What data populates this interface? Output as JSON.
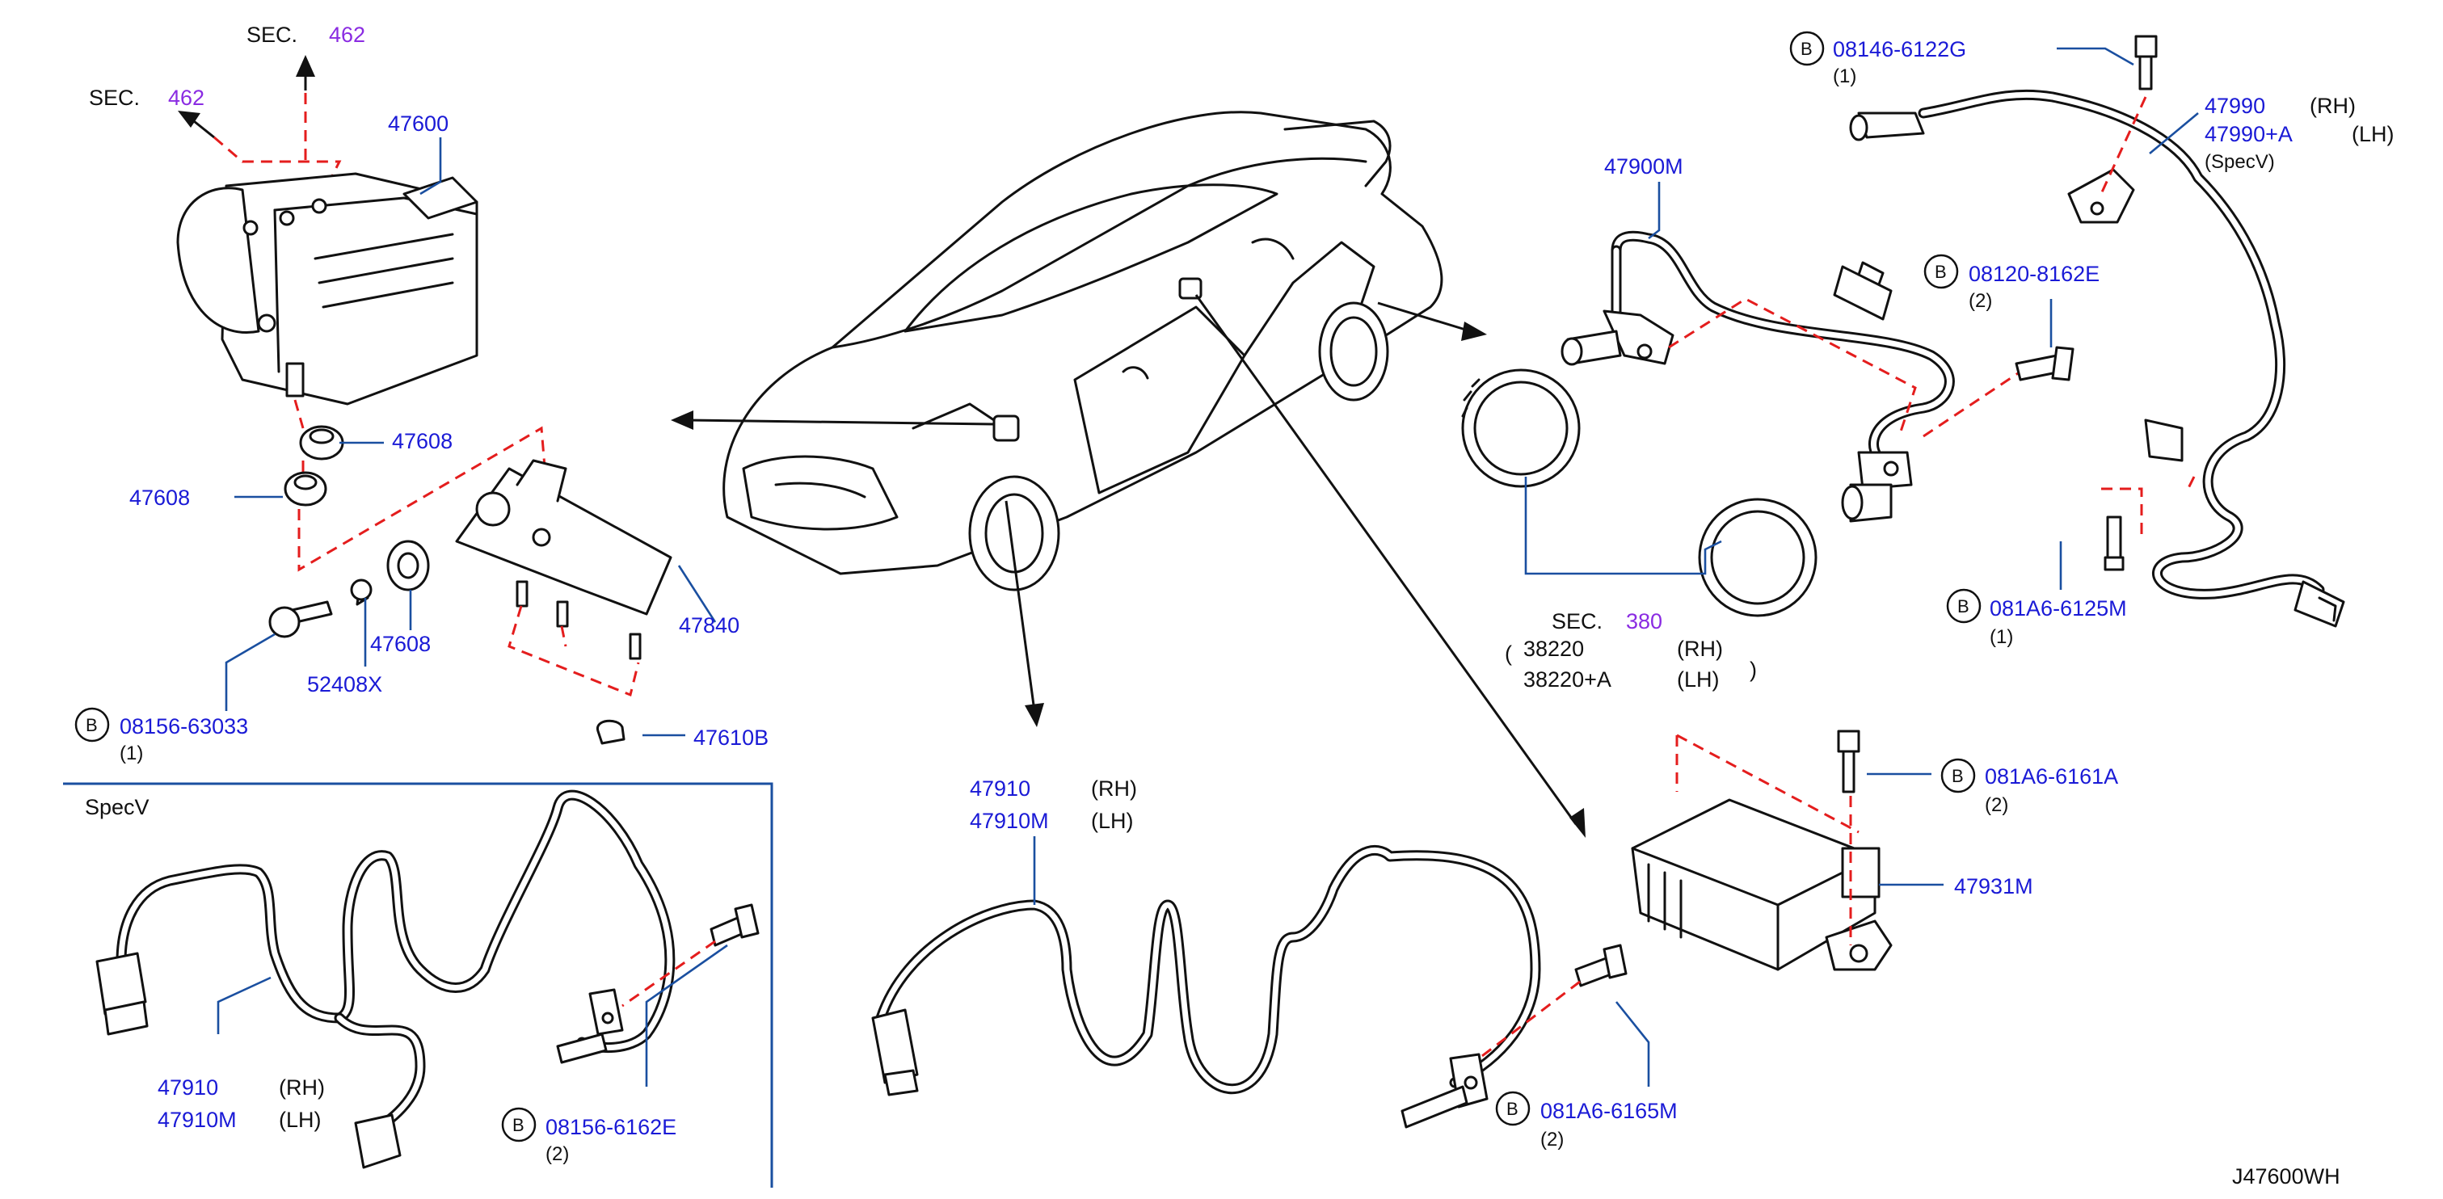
{
  "diagram": {
    "code": "J47600WH",
    "sec_label": "SEC.",
    "sec_top": "462",
    "sec_left": "462",
    "sec_mid": "380",
    "specv_title": "SpecV",
    "parts": {
      "p47600": "47600",
      "p47608a": "47608",
      "p47608b": "47608",
      "p47608c": "47608",
      "p52408x": "52408X",
      "p47840": "47840",
      "p47610b": "47610B",
      "bolt_08156_63033": "08156-63033",
      "bolt_08156_63033_qty": "(1)",
      "p47900m": "47900M",
      "p38220": "38220",
      "p38220a": "38220+A",
      "bolt_08120": "08120-8162E",
      "bolt_08120_qty": "(2)",
      "bolt_08146": "08146-6122G",
      "bolt_08146_qty": "(1)",
      "p47990": "47990",
      "p47990a": "47990+A",
      "specv_note": "(SpecV)",
      "bolt_081a6_6125m": "081A6-6125M",
      "bolt_081a6_6125m_qty": "(1)",
      "bolt_081a6_6161a": "081A6-6161A",
      "bolt_081a6_6161a_qty": "(2)",
      "p47931m": "47931M",
      "p47910_mid": "47910",
      "p47910m_mid": "47910M",
      "bolt_081a6_6165m": "081A6-6165M",
      "bolt_081a6_6165m_qty": "(2)",
      "p47910_sv": "47910",
      "p47910m_sv": "47910M",
      "bolt_08156_6162e": "08156-6162E",
      "bolt_08156_6162e_qty": "(2)"
    },
    "side": {
      "rh": "(RH)",
      "lh": "(LH)"
    },
    "bolt_marker": "B"
  }
}
